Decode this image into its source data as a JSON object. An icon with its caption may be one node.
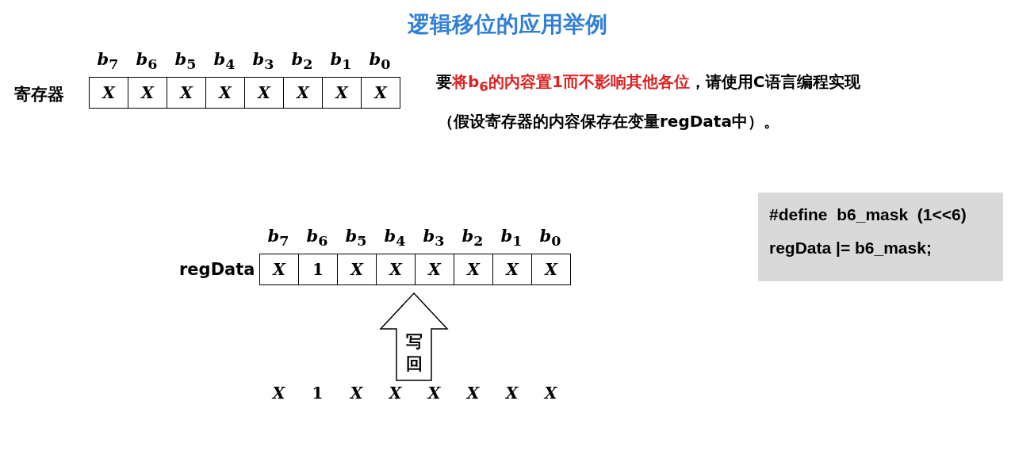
{
  "diagram": {
    "title": "逻辑移位的应用举例",
    "nodes": [
      {
        "text": [
          "寄存器",
          "X",
          "X",
          "X",
          "X",
          "X",
          "X",
          "X",
          "X"
        ]
      },
      {
        "text": [
          "regData",
          "X",
          "1",
          "X",
          "X",
          "X",
          "X",
          "X",
          "X"
        ]
      },
      {
        "text": [
          "X",
          "1",
          "X",
          "X",
          "X",
          "X",
          "X",
          "X"
        ]
      },
      {
        "text": [
          "#define  b6_mask  (1<<6)",
          "regData |= b6_mask;"
        ]
      }
    ],
    "edges": [
      {
        "from": 2,
        "to": 1,
        "arrow": "to",
        "label": "写回"
      }
    ],
    "labels": [
      "*b*$_{7}$",
      "*b*$_{6}$",
      "*b*$_{5}$",
      "*b*$_{4}$",
      "*b*$_{3}$",
      "*b*$_{2}$",
      "*b*$_{1}$",
      "*b*$_{0}$",
      "要",
      "将b$_{6}$的内容置1而不影响其他各位",
      "，请使用C语言编程实现",
      "（假设寄存器的内容保存在变量regData中）。",
      "*b*$_{7}$",
      "*b*$_{6}$",
      "*b*$_{5}$",
      "*b*$_{4}$",
      "*b*$_{3}$",
      "*b*$_{2}$",
      "*b*$_{1}$",
      "*b*$_{0}$"
    ]
  }
}
